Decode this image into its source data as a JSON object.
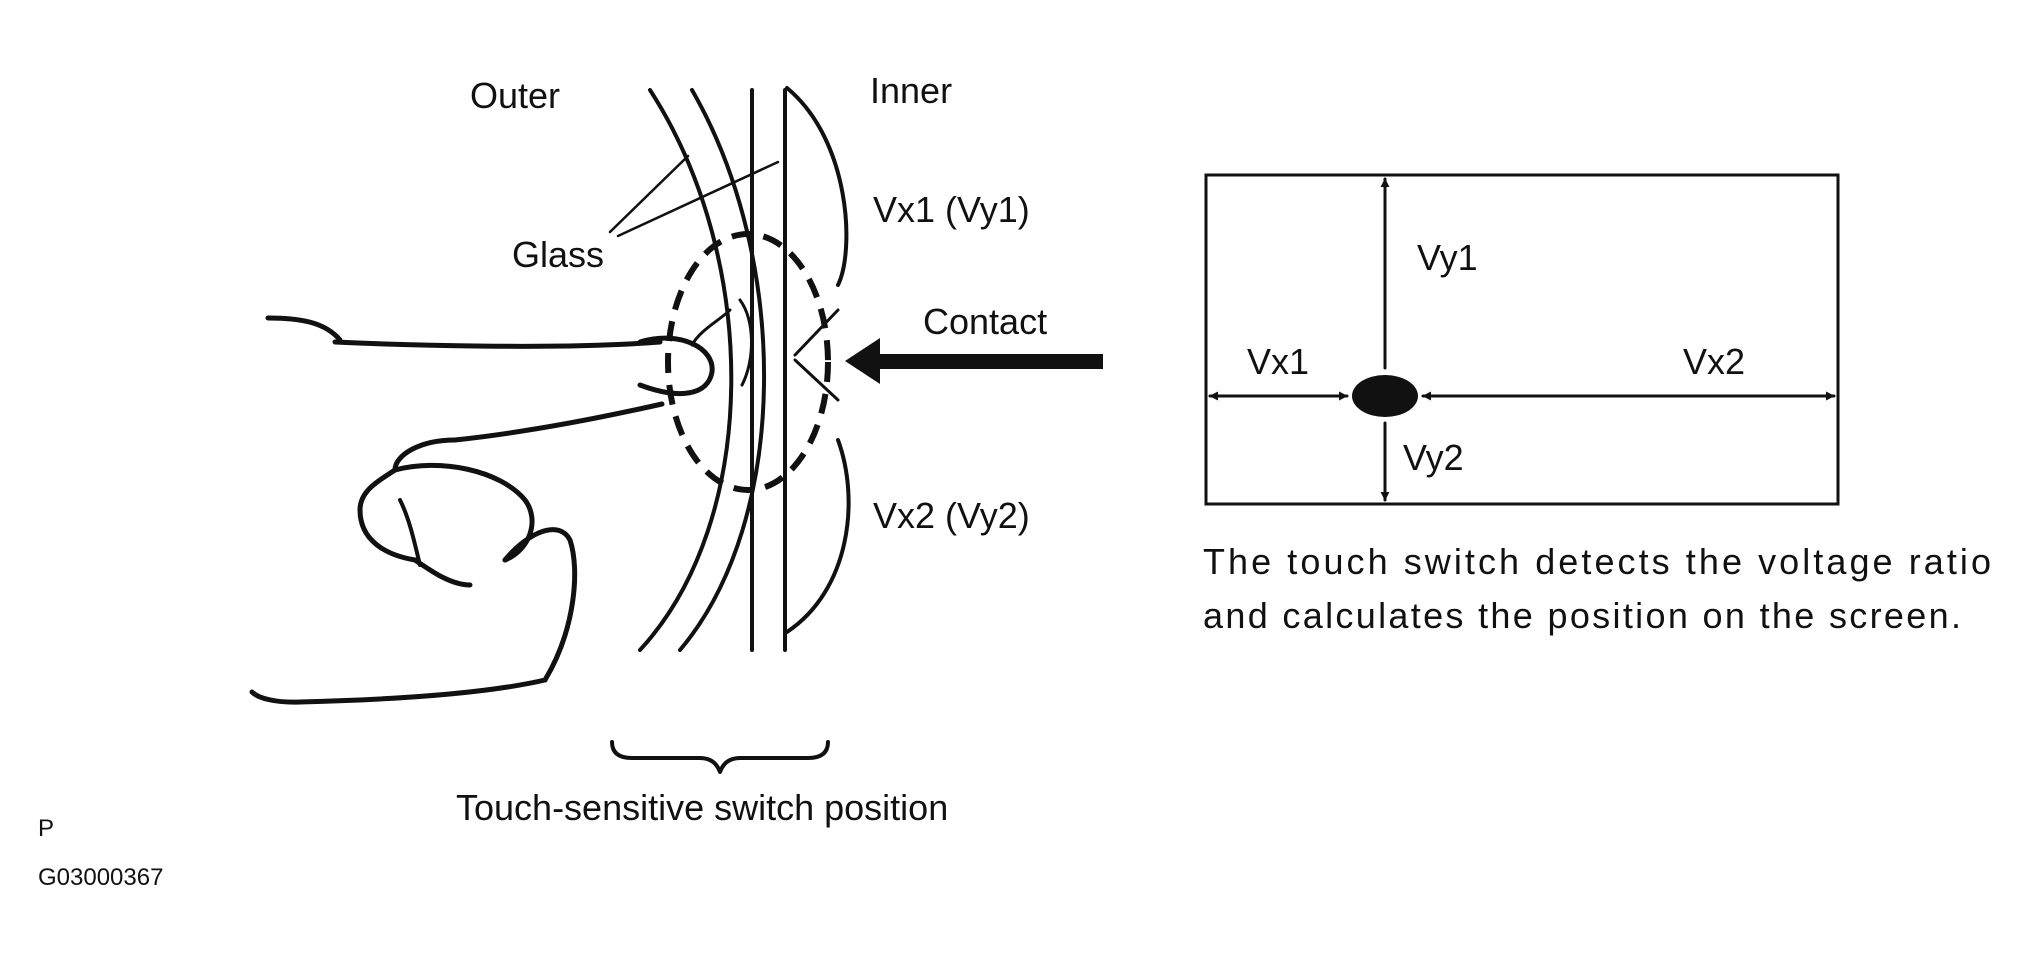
{
  "labels": {
    "outer": "Outer",
    "inner": "Inner",
    "glass": "Glass",
    "vx1_vy1": "Vx1 (Vy1)",
    "contact": "Contact",
    "vx2_vy2": "Vx2 (Vy2)",
    "switch_position": "Touch-sensitive switch position",
    "corner_letter": "P",
    "figure_code": "G03000367"
  },
  "screen": {
    "vx1": "Vx1",
    "vx2": "Vx2",
    "vy1": "Vy1",
    "vy2": "Vy2"
  },
  "caption": {
    "line1": "The touch switch detects the voltage ratio",
    "line2": "and calculates the position on the screen."
  }
}
